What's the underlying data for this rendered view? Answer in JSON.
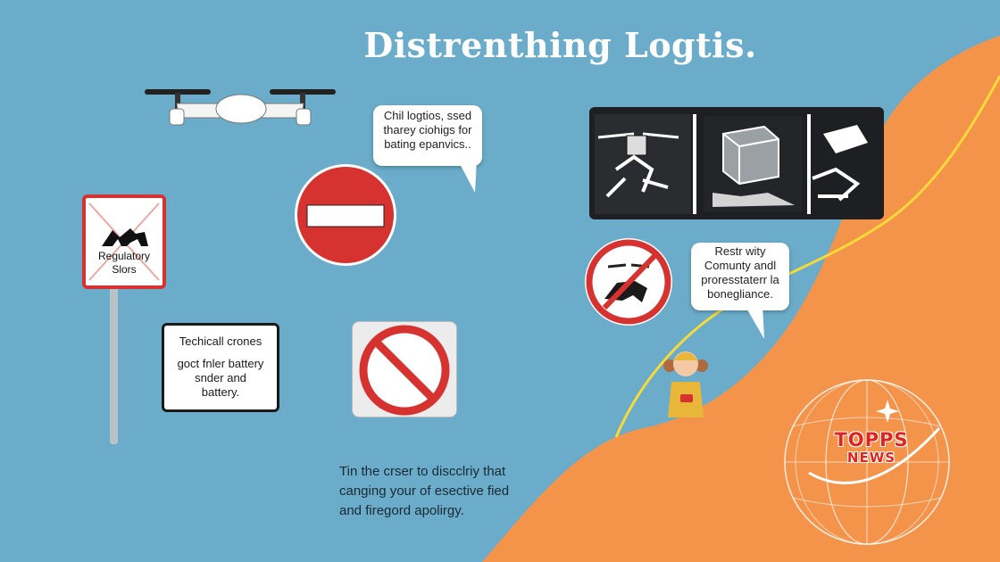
{
  "title": "Distrenthing Logtis.",
  "speech_bubble_top": {
    "lines": [
      "Chil logtios, ssed",
      "tharey ciohigs for",
      "bating epanvics.."
    ]
  },
  "regulatory_sign": {
    "lines": [
      "Regulatory",
      "Slors"
    ]
  },
  "technical_sign": {
    "lines": [
      "Techicall crones",
      "goct fnler battery",
      "snder and",
      "battery."
    ]
  },
  "speech_bubble_right": {
    "lines": [
      "Restr wity",
      "Comunty andl",
      "proresstaterr la",
      "bonegliance."
    ]
  },
  "footnote": {
    "lines": [
      "Tin the crser to discclriy that",
      "canging your of esective fied",
      "and firegord apolirgy."
    ]
  },
  "logo": {
    "line1": "TOPPS",
    "line2": "NEWS"
  },
  "icons": [
    "drone-icon",
    "no-entry-sign-icon",
    "prohibition-sign-icon",
    "no-drone-sign-icon",
    "delivery-panel-icon",
    "person-icon",
    "globe-logo-icon"
  ],
  "colors": {
    "background": "#6aacc9",
    "accent_orange": "#f4934a",
    "sign_red": "#d6322f",
    "curve_yellow": "#f7d93a"
  }
}
